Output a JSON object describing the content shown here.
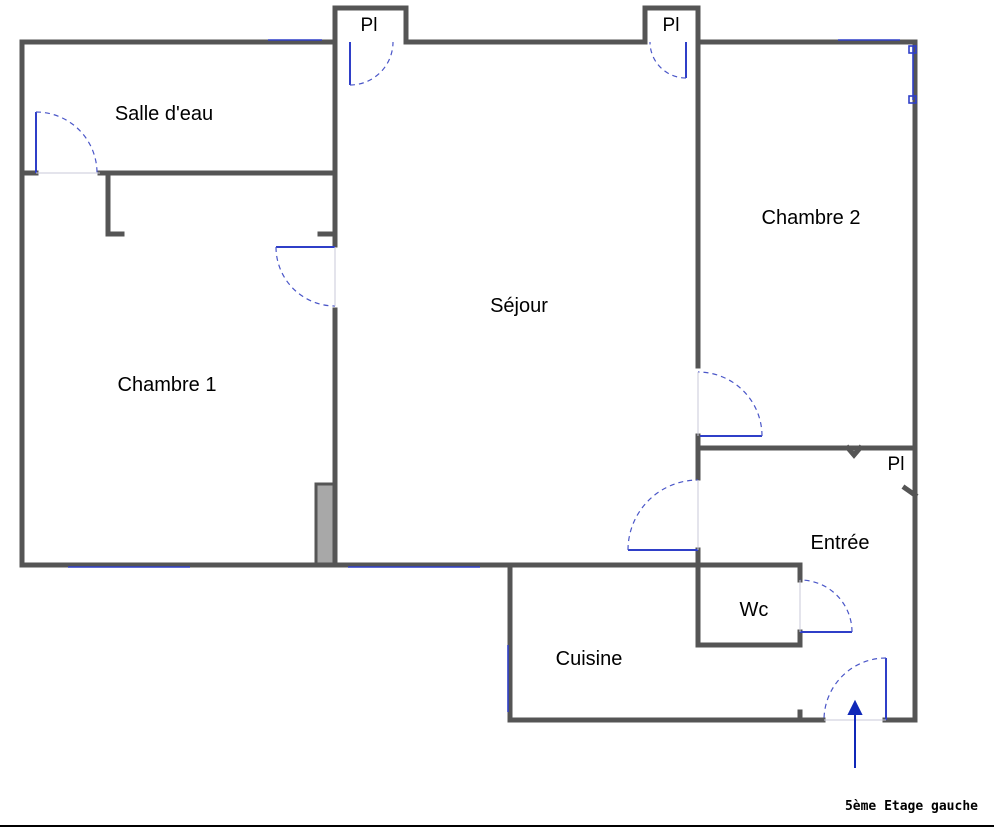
{
  "rooms": {
    "salle_deau": "Salle d'eau",
    "chambre_1": "Chambre 1",
    "sejour": "Séjour",
    "chambre_2": "Chambre 2",
    "entree": "Entrée",
    "wc": "Wc",
    "cuisine": "Cuisine"
  },
  "closets": {
    "top_left": "Pl",
    "top_right": "Pl",
    "entree": "Pl"
  },
  "floor_label": "5ème Etage gauche",
  "colors": {
    "wall": "#555555",
    "window": "#2f3fc8",
    "door": "#4a56c8",
    "entrance_arrow": "#1028b8"
  }
}
